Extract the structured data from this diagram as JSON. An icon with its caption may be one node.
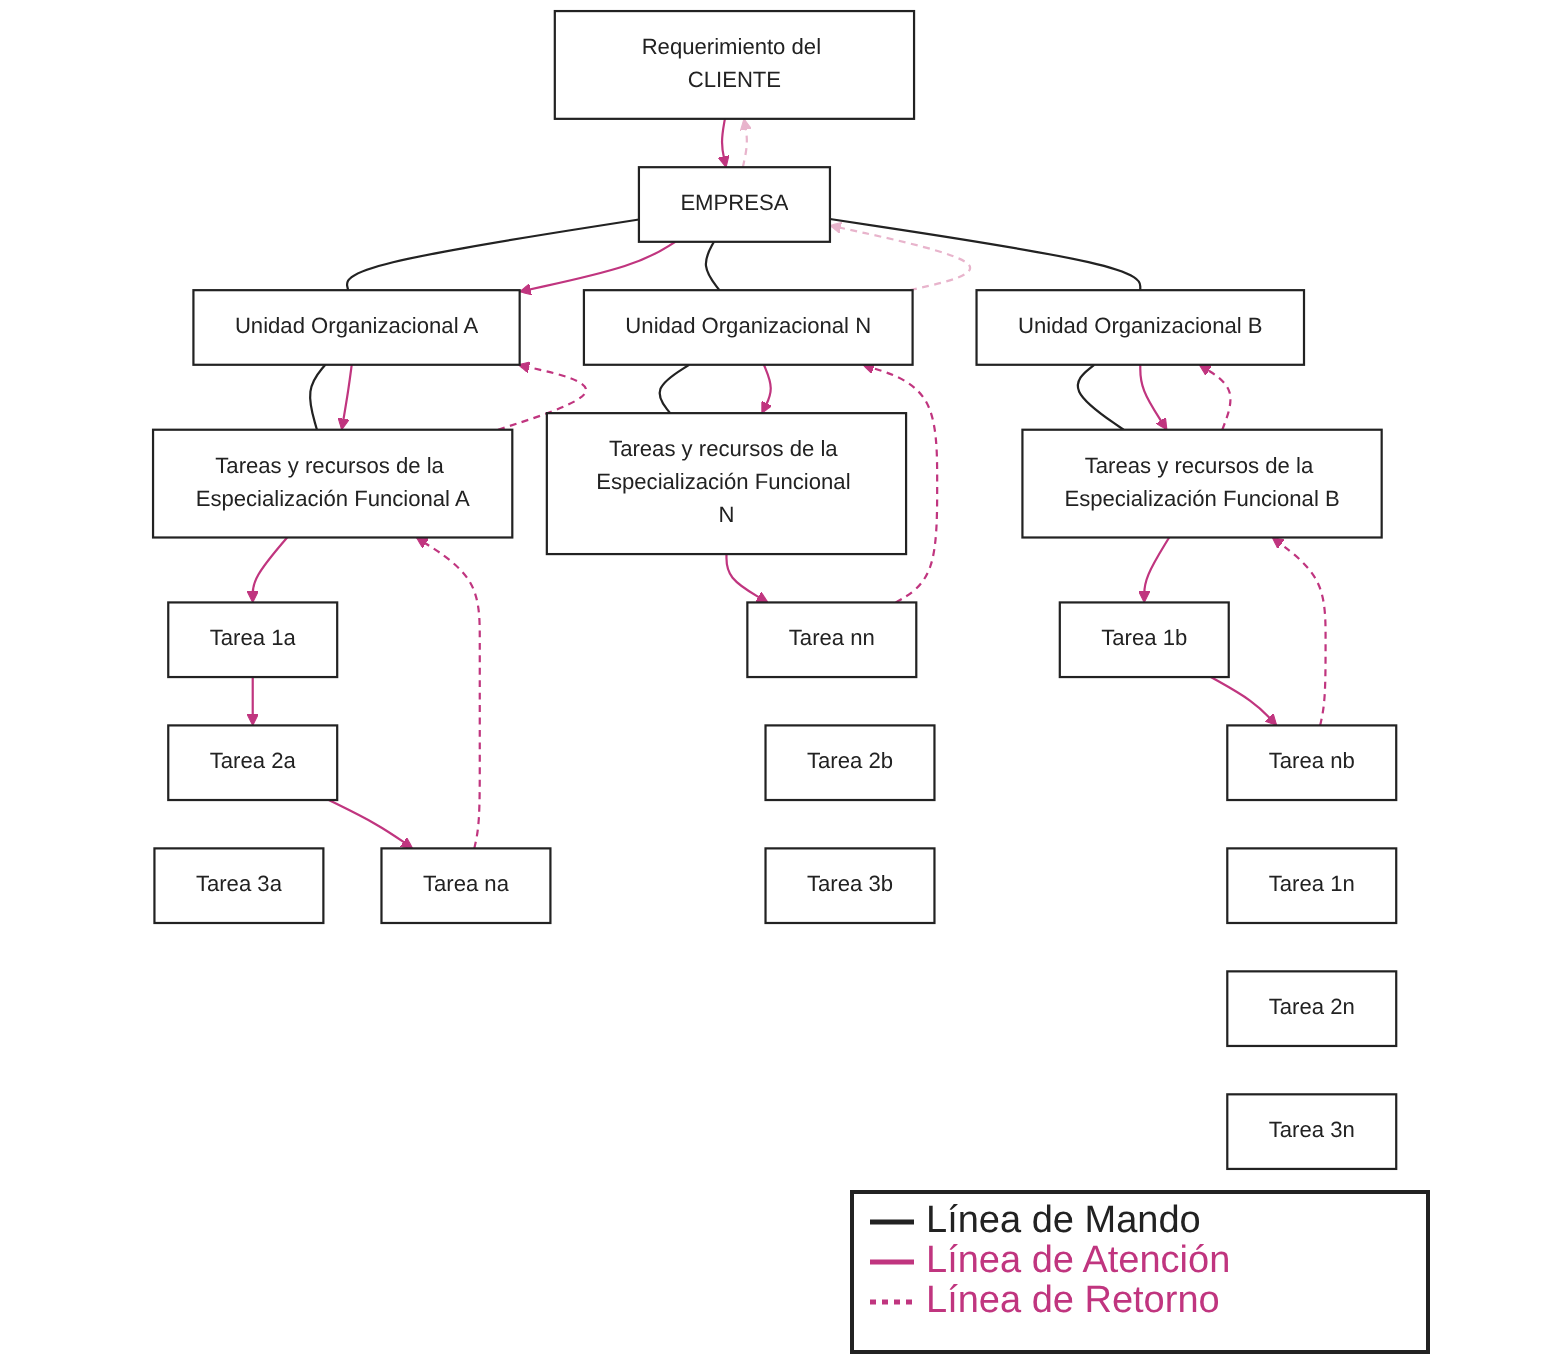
{
  "diagram": {
    "nodes": [
      {
        "text": [
          "Requerimiento del CLIENTE"
        ]
      },
      {
        "text": [
          "EMPRESA"
        ]
      },
      {
        "text": [
          "Unidad Organizacional A"
        ]
      },
      {
        "text": [
          "Unidad Organizacional B"
        ]
      },
      {
        "text": [
          "Unidad Organizacional N"
        ]
      },
      {
        "text": [
          "Tareas y recursos de la Especialización Funcional A"
        ]
      },
      {
        "text": [
          "Tareas y recursos de la Especialización Funcional B"
        ]
      },
      {
        "text": [
          "Tareas y recursos de la Especialización Funcional N"
        ]
      },
      {
        "text": [
          "Tarea 1a"
        ]
      },
      {
        "text": [
          "Tarea 2a"
        ]
      },
      {
        "text": [
          "Tarea 3a"
        ]
      },
      {
        "text": [
          "Tarea na"
        ]
      },
      {
        "text": [
          "Tarea 1b"
        ]
      },
      {
        "text": [
          "Tarea 2b"
        ]
      },
      {
        "text": [
          "Tarea 3b"
        ]
      },
      {
        "text": [
          "Tarea nb"
        ]
      },
      {
        "text": [
          "Tarea 1n"
        ]
      },
      {
        "text": [
          "Tarea 2n"
        ]
      },
      {
        "text": [
          "Tarea 3n"
        ]
      },
      {
        "text": [
          "Tarea nn"
        ]
      }
    ],
    "edges": [
      {
        "from": 1,
        "to": 2,
        "arrow": "none",
        "color": "#222222"
      },
      {
        "from": 1,
        "to": 3,
        "arrow": "none",
        "color": "#222222"
      },
      {
        "from": 1,
        "to": 4,
        "arrow": "none",
        "color": "#222222"
      },
      {
        "from": 2,
        "to": 5,
        "arrow": "none",
        "color": "#222222"
      },
      {
        "from": 3,
        "to": 6,
        "arrow": "none",
        "color": "#222222"
      },
      {
        "from": 4,
        "to": 7,
        "arrow": "none",
        "color": "#222222"
      },
      {
        "from": 0,
        "to": 1,
        "arrow": "to"
      },
      {
        "from": 1,
        "to": 2,
        "arrow": "to"
      },
      {
        "from": 2,
        "to": 5,
        "arrow": "to"
      },
      {
        "from": 3,
        "to": 6,
        "arrow": "to"
      },
      {
        "from": 4,
        "to": 7,
        "arrow": "to"
      },
      {
        "from": 5,
        "to": 8,
        "arrow": "to"
      },
      {
        "from": 8,
        "to": 9,
        "arrow": "to"
      },
      {
        "from": 9,
        "to": 11,
        "arrow": "to"
      },
      {
        "from": 6,
        "to": 12,
        "arrow": "to"
      },
      {
        "from": 12,
        "to": 15,
        "arrow": "to"
      },
      {
        "from": 7,
        "to": 19,
        "arrow": "to"
      },
      {
        "from": 11,
        "to": 5,
        "arrow": "to",
        "style": "dashed"
      },
      {
        "from": 5,
        "to": 2,
        "arrow": "to",
        "style": "dashed"
      },
      {
        "from": 15,
        "to": 6,
        "arrow": "to",
        "style": "dashed"
      },
      {
        "from": 6,
        "to": 3,
        "arrow": "to",
        "style": "dashed"
      },
      {
        "from": 19,
        "to": 4,
        "arrow": "to",
        "style": "dashed"
      },
      {
        "from": 4,
        "to": 1,
        "arrow": "to",
        "style": "dashed",
        "color": "#e8b4cc"
      },
      {
        "from": 1,
        "to": 0,
        "arrow": "to",
        "style": "dashed",
        "color": "#e8b4cc"
      }
    ],
    "legend": [
      {
        "text": "Línea de Mando"
      },
      {
        "text": "Línea de Atención"
      },
      {
        "text": "Línea de Retorno"
      }
    ]
  }
}
